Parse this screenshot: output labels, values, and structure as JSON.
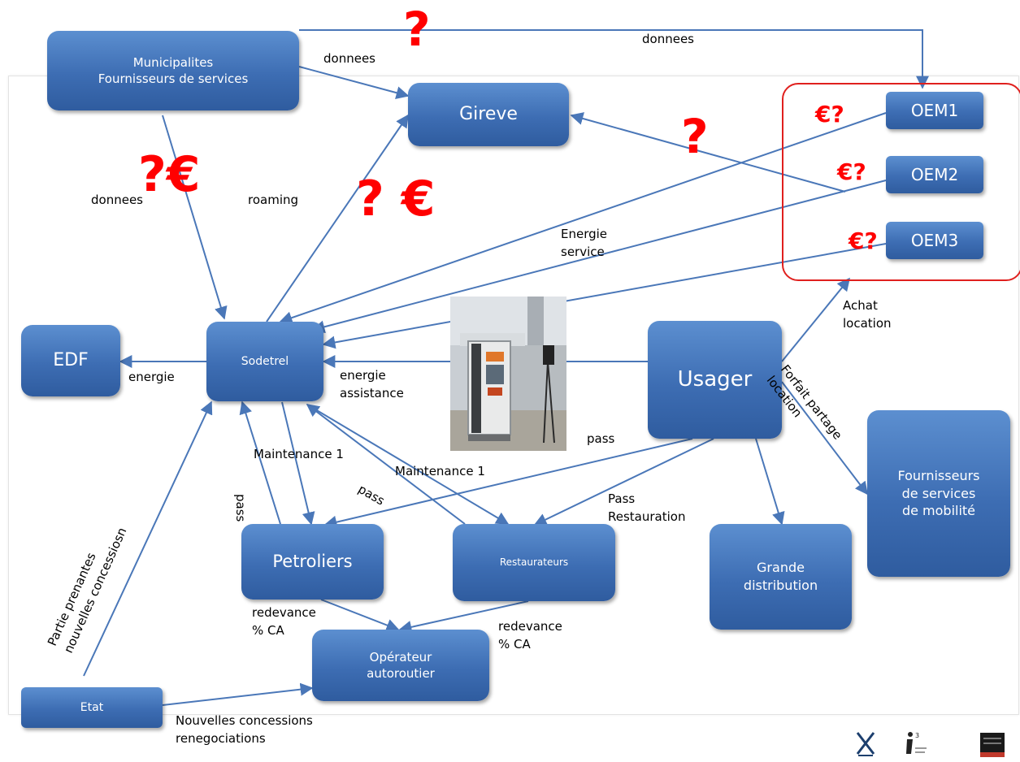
{
  "nodes": {
    "municipalites": "Municipalites\nFournisseurs de services",
    "gireve": "Gireve",
    "oem1": "OEM1",
    "oem2": "OEM2",
    "oem3": "OEM3",
    "edf": "EDF",
    "sodetrel": "Sodetrel",
    "usager": "Usager",
    "fournisseurs_mobilite": "Fournisseurs\nde services\nde mobilité",
    "petroliers": "Petroliers",
    "restaurateurs": "Restaurateurs",
    "grande_distribution": "Grande\ndistribution",
    "operateur": "Opérateur\nautoroutier",
    "etat": "Etat"
  },
  "edge_labels": {
    "donnees_top": "donnees",
    "donnees_mid": "donnees",
    "donnees_left": "donnees",
    "roaming": "roaming",
    "energie_service": "Energie\nservice",
    "achat_location": "Achat\nlocation",
    "forfait": "Forfait partage\nlocation",
    "energie": "energie",
    "energie_assistance": "energie\nassistance",
    "pass_right": "pass",
    "maintenance1": "Maintenance  1",
    "maintenance2": "Maintenance  1",
    "pass_diag": "pass",
    "pass_left": "pass",
    "pass_restauration": "Pass\nRestauration",
    "redevance_left": "redevance\n% CA",
    "redevance_right": "redevance\n% CA",
    "partie_prenantes": "Partie prenantes\nnouvelles concessiosn",
    "nouvelles_concessions": "Nouvelles concessions\nrenegociations"
  },
  "annotations": {
    "q_top": "?",
    "q_gireve": "?",
    "q_euro_left": "?€",
    "q_euro_mid": "? €",
    "oem1_price": "€?",
    "oem2_price": "€?",
    "oem3_price": "€?"
  },
  "colors": {
    "node_blue": "#3d6db3",
    "edge_blue": "#4a77b8",
    "alert_red": "#ff0000"
  },
  "icons": {
    "photo": "charging-station-photo",
    "logos": [
      "x-logo",
      "i3-logo",
      "institution-logo"
    ]
  }
}
